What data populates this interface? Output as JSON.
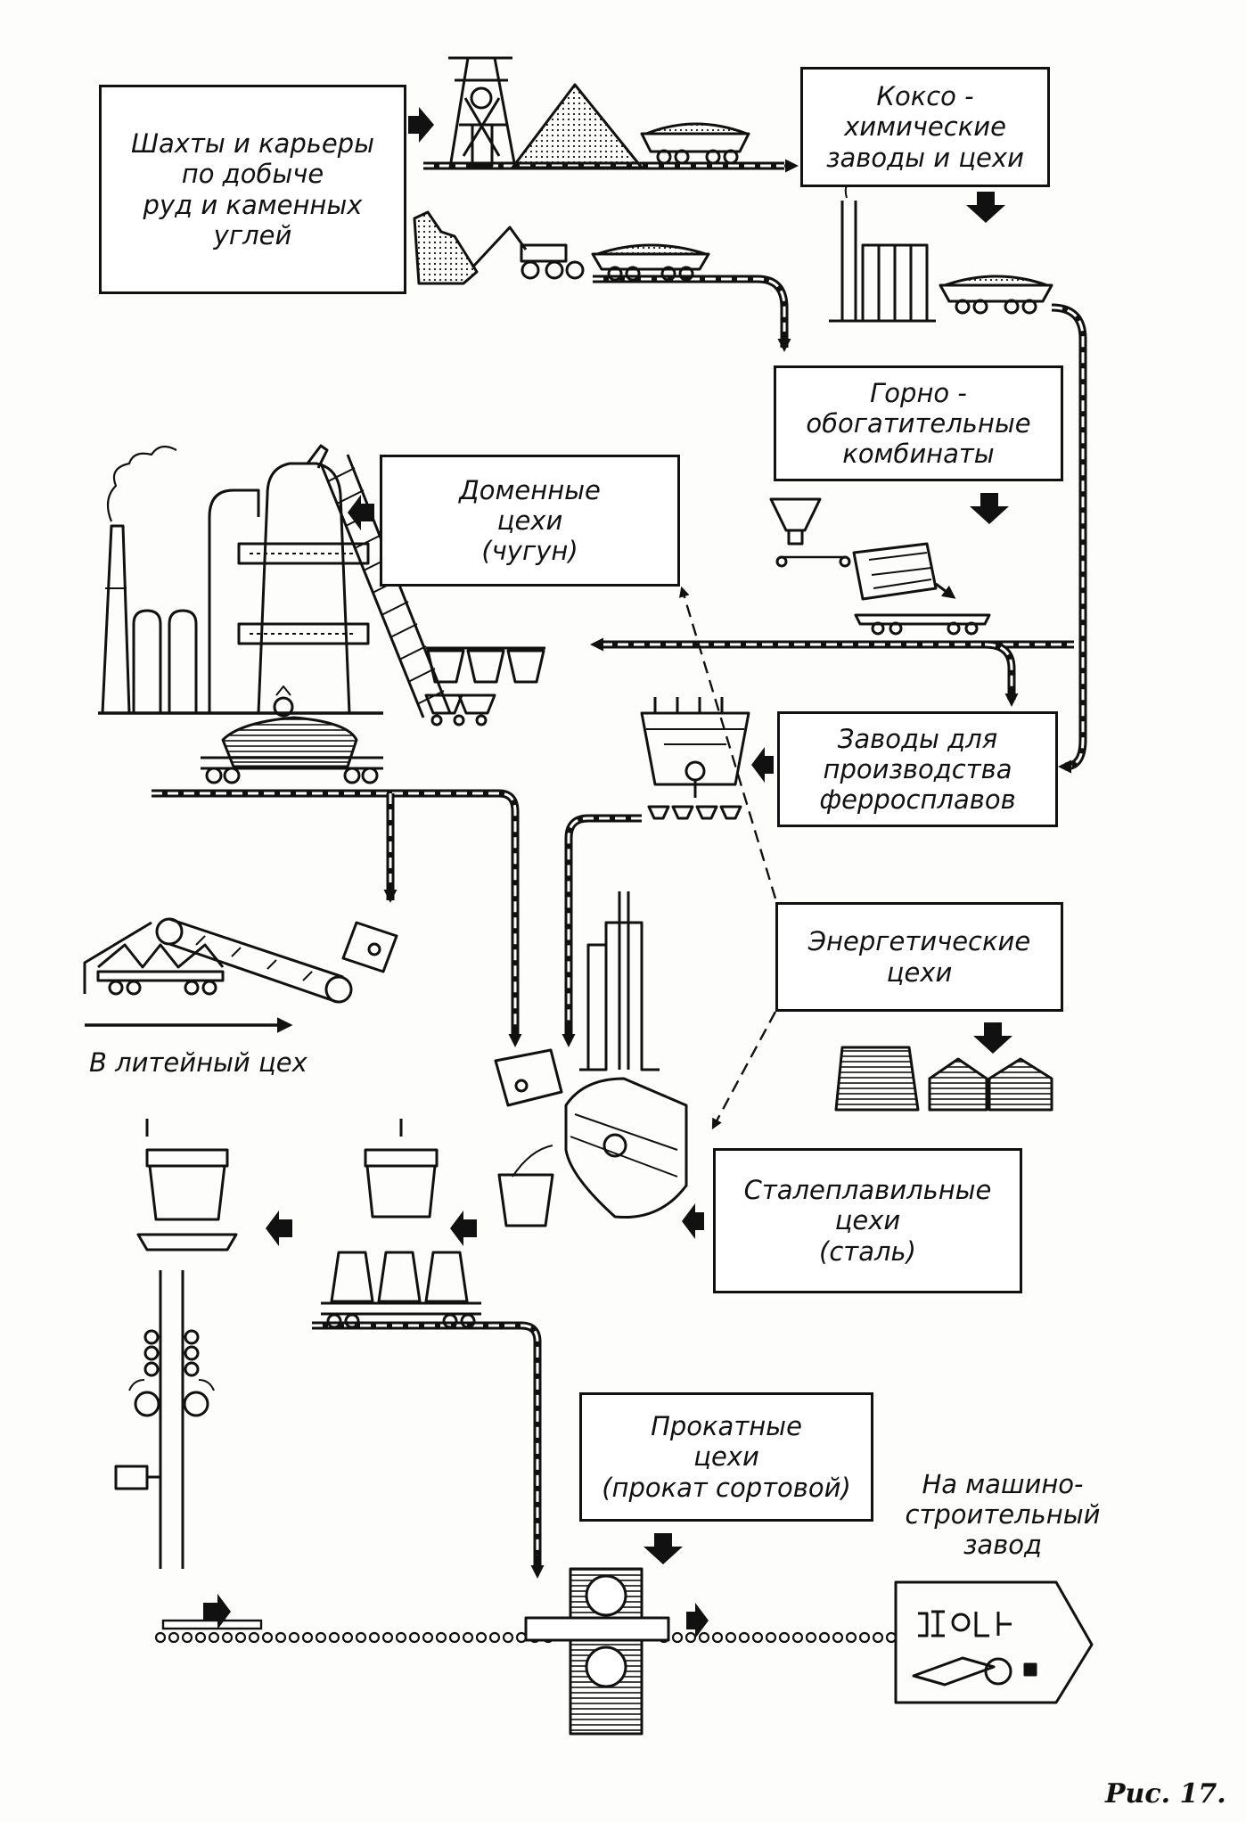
{
  "boxes": {
    "mines": "Шахты и карьеры\nпо добыче\nруд и каменных\nуглей",
    "coke": "Коксо -\nхимические\nзаводы и цехи",
    "mining": "Горно -\nобогатительные\nкомбинаты",
    "blast": "Доменные\nцехи\n(чугун)",
    "ferro": "Заводы для\nпроизводства\nферросплавов",
    "energy": "Энергетические\nцехи",
    "steel": "Сталеплавильные\nцехи\n(сталь)",
    "rolling": "Прокатные\nцехи\n(прокат сортовой)"
  },
  "labels": {
    "foundry": "В литейный цех",
    "machine_plant": "На машино-\nстроительный\nзавод"
  },
  "caption": "Рис. 17.",
  "colors": {
    "ink": "#111111",
    "paper": "#fdfdfb"
  }
}
